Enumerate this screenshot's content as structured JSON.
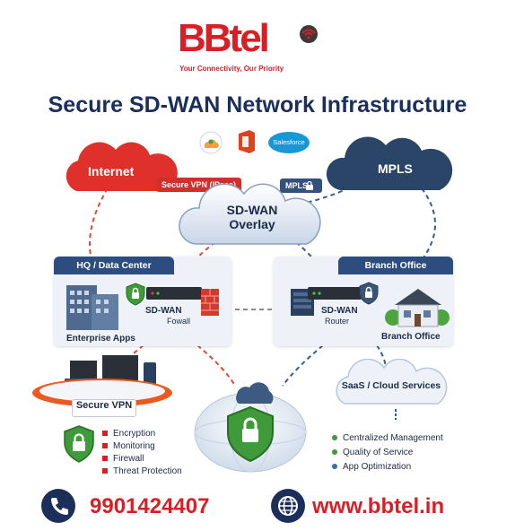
{
  "logo": {
    "word": "BBtel",
    "tagline": "Your Connectivity, Our Priority"
  },
  "title": "Secure SD-WAN Network Infrastructure",
  "clouds": {
    "internet": "Internet",
    "mpls": "MPLS",
    "overlay_line1": "SD-WAN",
    "overlay_line2": "Overlay",
    "saas": "SaaS / Cloud Services"
  },
  "links": {
    "secure_vpn": "Secure VPN (IPsec)",
    "mpls": "MPLS"
  },
  "app_icons": {
    "salesforce": "Salesforce"
  },
  "hq": {
    "header": "HQ / Data Center",
    "device_line1": "SD-WAN",
    "device_line2": "Fowall",
    "caption": "Enterprise Apps"
  },
  "branch": {
    "header": "Branch Office",
    "device_line1": "SD-WAN",
    "device_line2": "Router",
    "caption": "Branch Office"
  },
  "vpn": {
    "label": "Secure VPN",
    "features": [
      "Encryption",
      "Monitoring",
      "Firewall",
      "Threat Protection"
    ]
  },
  "saas_features": [
    "Centralized Management",
    "Quality of Service",
    "App Optimization"
  ],
  "footer": {
    "phone": "9901424407",
    "website": "www.bbtel.in"
  },
  "colors": {
    "brand_red": "#d91f26",
    "navy": "#1a2f5c",
    "shield_green": "#3f9a3a"
  }
}
